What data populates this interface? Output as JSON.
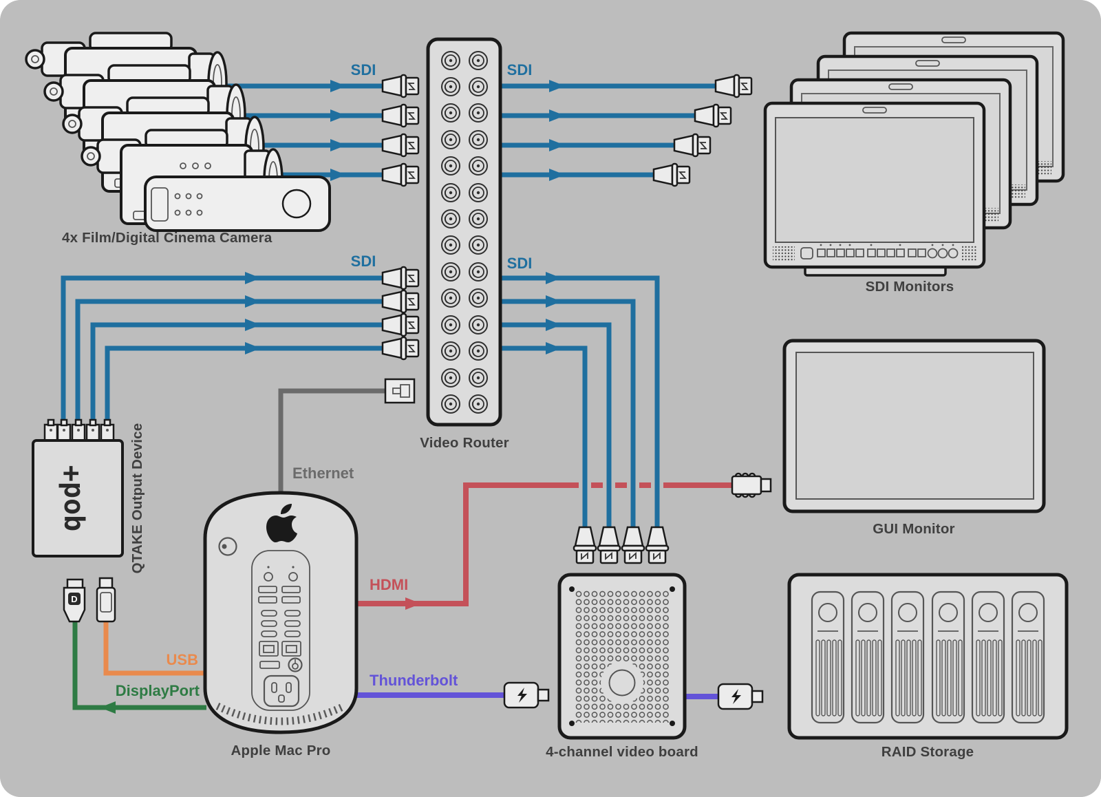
{
  "labels": {
    "cameras": "4x Film/Digital Cinema Camera",
    "video_router": "Video Router",
    "sdi_monitors": "SDI Monitors",
    "qtake_device": "QTAKE Output Device",
    "qod_logo": "qod+",
    "gui_monitor": "GUI Monitor",
    "apple_mac_pro": "Apple Mac Pro",
    "video_board": "4-channel video board",
    "raid_storage": "RAID Storage"
  },
  "sdi_labels": [
    "SDI",
    "SDI",
    "SDI",
    "SDI"
  ],
  "connection_labels": {
    "ethernet": "Ethernet",
    "hdmi": "HDMI",
    "usb": "USB",
    "displayport": "DisplayPort",
    "thunderbolt": "Thunderbolt"
  },
  "icons": {
    "displayport_logo": "D"
  },
  "connections": [
    {
      "from": "4x Film/Digital Cinema Camera",
      "to": "Video Router",
      "type": "SDI",
      "count": 4
    },
    {
      "from": "QTAKE Output Device",
      "to": "Video Router",
      "type": "SDI",
      "count": 4
    },
    {
      "from": "Video Router",
      "to": "SDI Monitors",
      "type": "SDI",
      "count": 4
    },
    {
      "from": "Video Router",
      "to": "4-channel video board",
      "type": "SDI",
      "count": 4
    },
    {
      "from": "Apple Mac Pro",
      "to": "Video Router",
      "type": "Ethernet",
      "count": 1
    },
    {
      "from": "Apple Mac Pro",
      "to": "GUI Monitor",
      "type": "HDMI",
      "count": 1
    },
    {
      "from": "Apple Mac Pro",
      "to": "QTAKE Output Device",
      "type": "USB",
      "count": 1
    },
    {
      "from": "Apple Mac Pro",
      "to": "QTAKE Output Device",
      "type": "DisplayPort",
      "count": 1
    },
    {
      "from": "Apple Mac Pro",
      "to": "4-channel video board",
      "type": "Thunderbolt",
      "count": 1
    },
    {
      "from": "4-channel video board",
      "to": "RAID Storage",
      "type": "Thunderbolt",
      "count": 1
    }
  ],
  "colors": {
    "bg": "#bdbdbd",
    "outline": "#1a1a1a",
    "device_fill": "#dcdcdc",
    "device_fill_light": "#efefef",
    "plug_fill": "#ececec",
    "screen_fill": "#d3d3d3",
    "detail": "#555555",
    "label": "#3f3f3f",
    "logo": "#2a2a2a",
    "sdi": "#1f6f9f",
    "ethernet": "#6b6b6b",
    "hdmi": "#c45159",
    "usb": "#e98a4d",
    "displayport": "#2e7b44",
    "thunderbolt": "#6353d8"
  }
}
